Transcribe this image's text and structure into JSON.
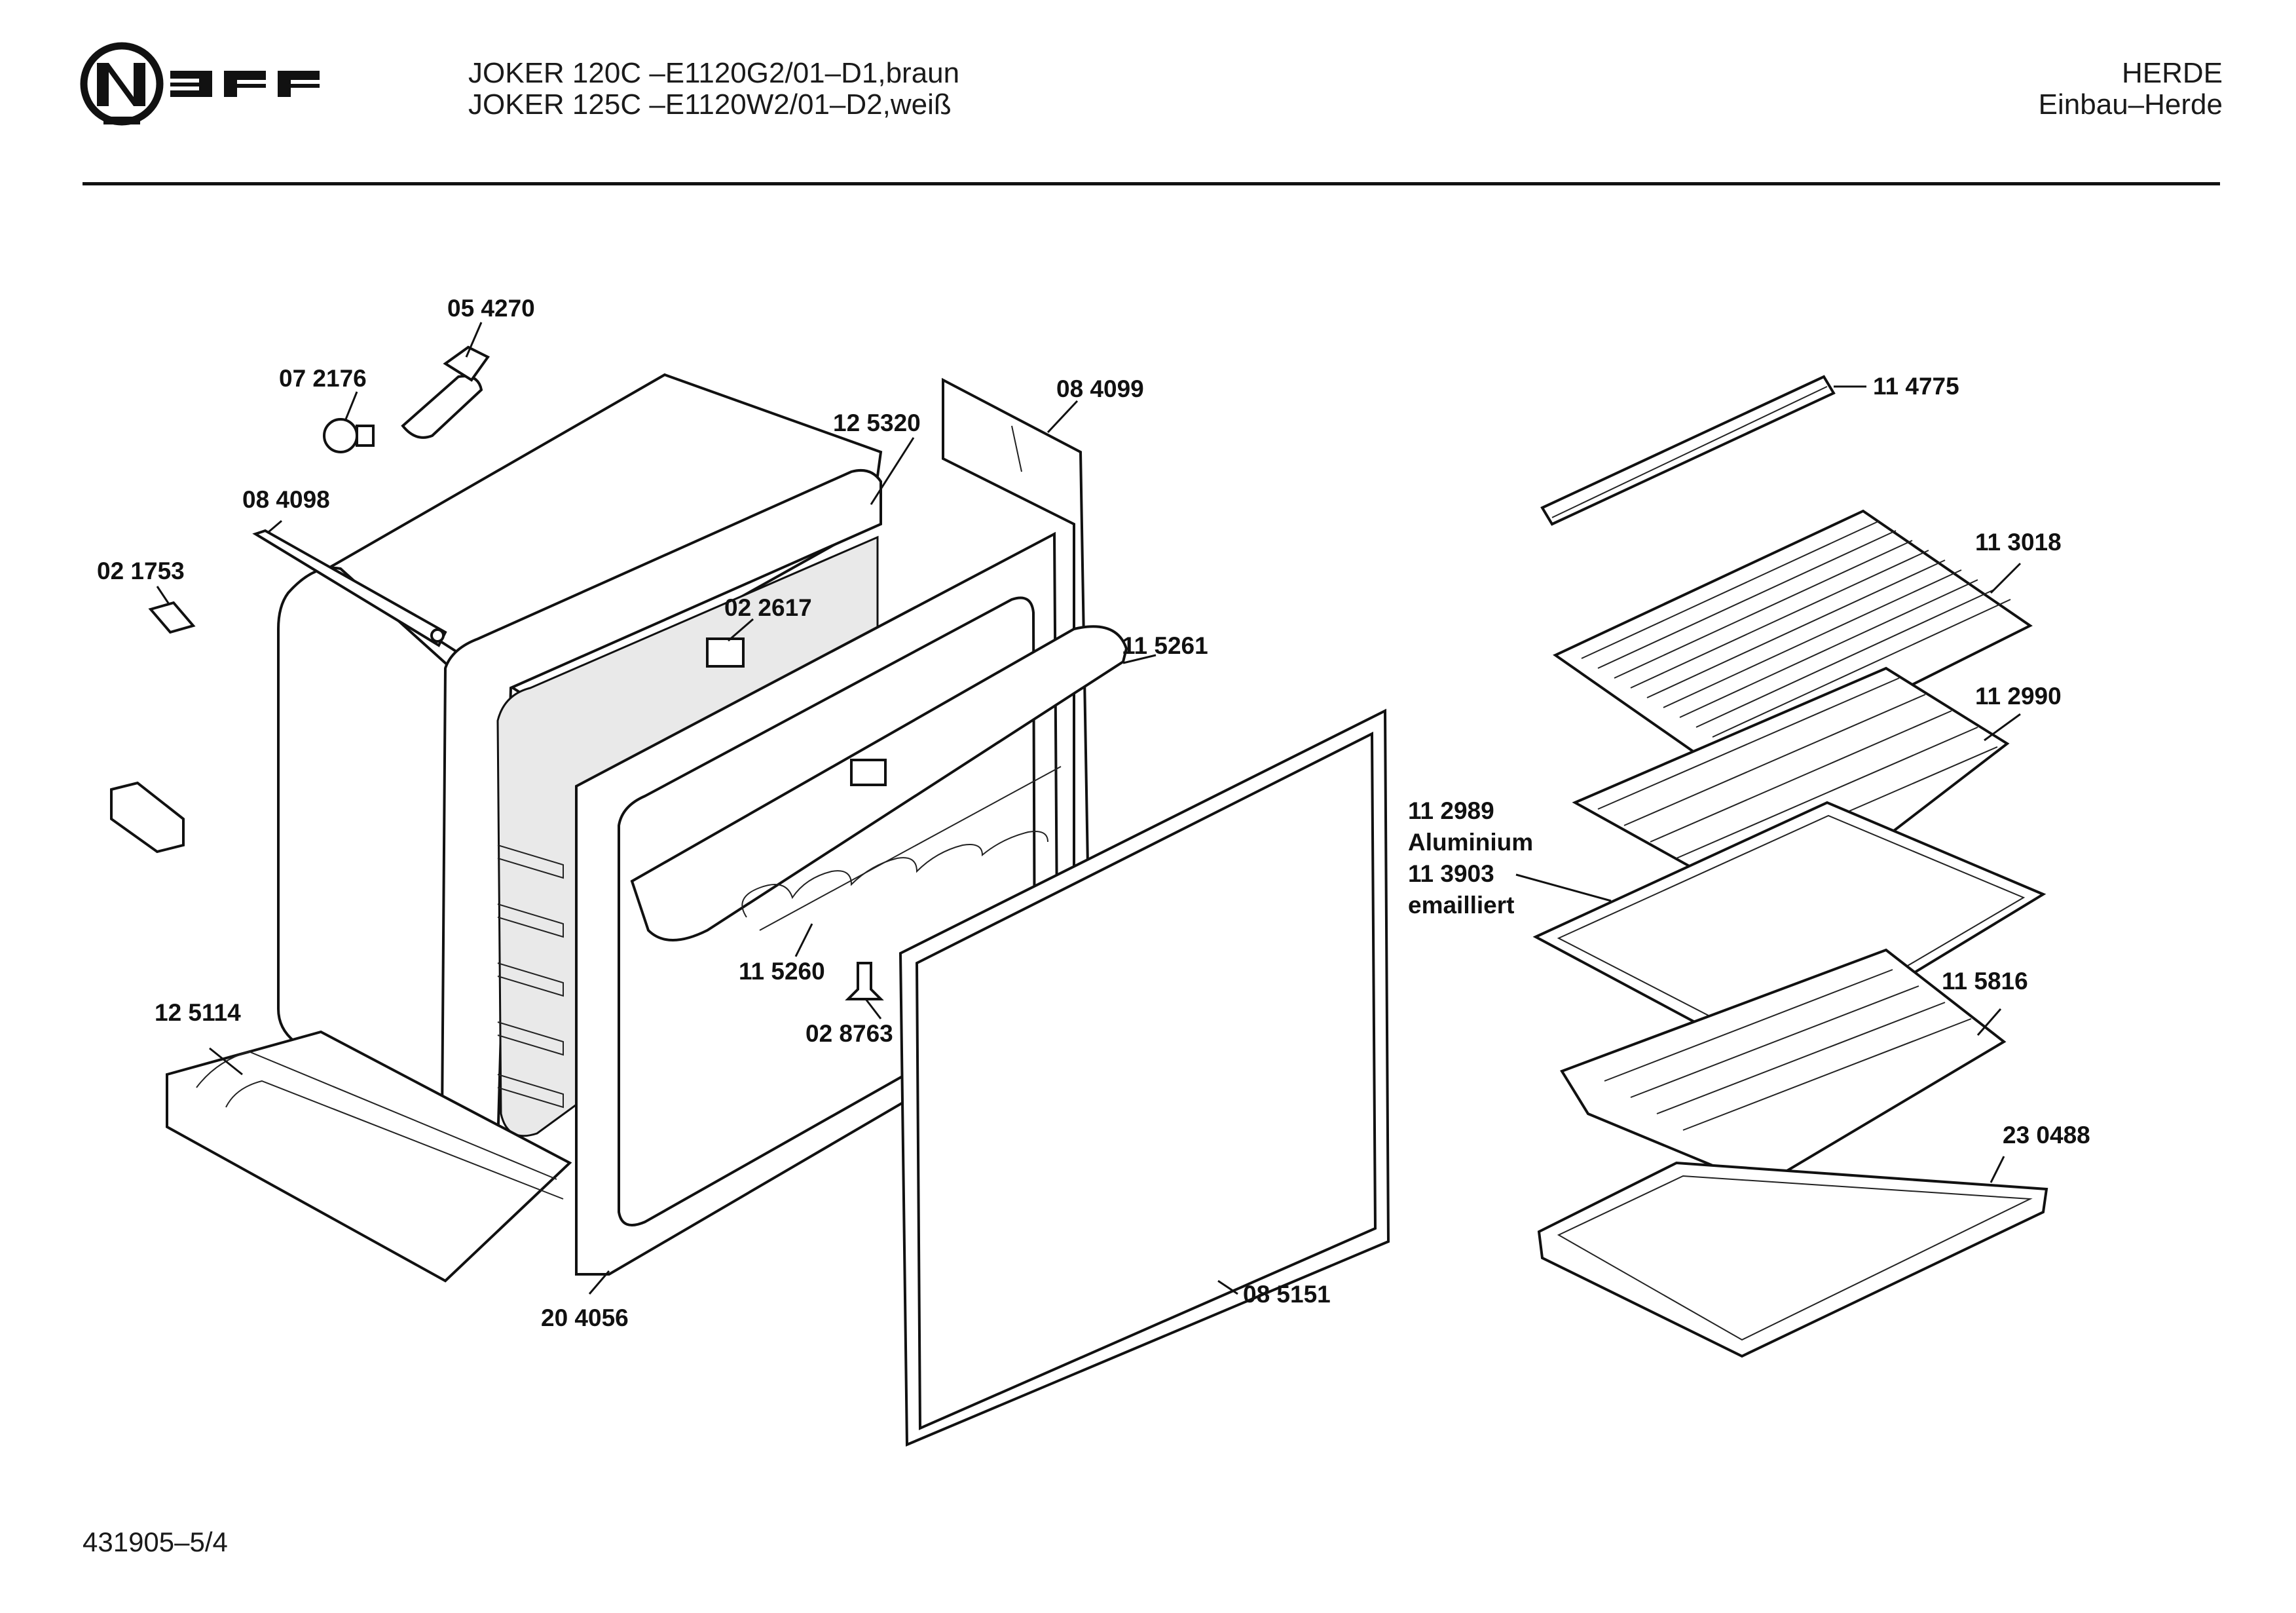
{
  "header": {
    "brand": "NEFF",
    "model_lines": [
      "JOKER 120C –E1120G2/01–D1,braun",
      "JOKER 125C –E1120W2/01–D2,weiß"
    ],
    "category_lines": [
      "HERDE",
      "Einbau–Herde"
    ]
  },
  "footer": {
    "document_number": "431905–5/4"
  },
  "parts": [
    {
      "id": "05 4270"
    },
    {
      "id": "07 2176"
    },
    {
      "id": "12 5320"
    },
    {
      "id": "08 4099"
    },
    {
      "id": "08 4098"
    },
    {
      "id": "02 1753"
    },
    {
      "id": "02 2617"
    },
    {
      "id": "11 5261"
    },
    {
      "id": "11 5260"
    },
    {
      "id": "02 8763"
    },
    {
      "id": "12 5114"
    },
    {
      "id": "20 4056"
    },
    {
      "id": "08 5151"
    },
    {
      "id": "11 4775"
    },
    {
      "id": "11 3018"
    },
    {
      "id": "11 2990"
    },
    {
      "id": "11 5816"
    },
    {
      "id": "23 0488"
    }
  ],
  "variant_note": [
    "11 2989",
    "Aluminium",
    "11 3903",
    "emailliert"
  ],
  "colors": {
    "ink": "#111111",
    "paper": "#ffffff"
  }
}
